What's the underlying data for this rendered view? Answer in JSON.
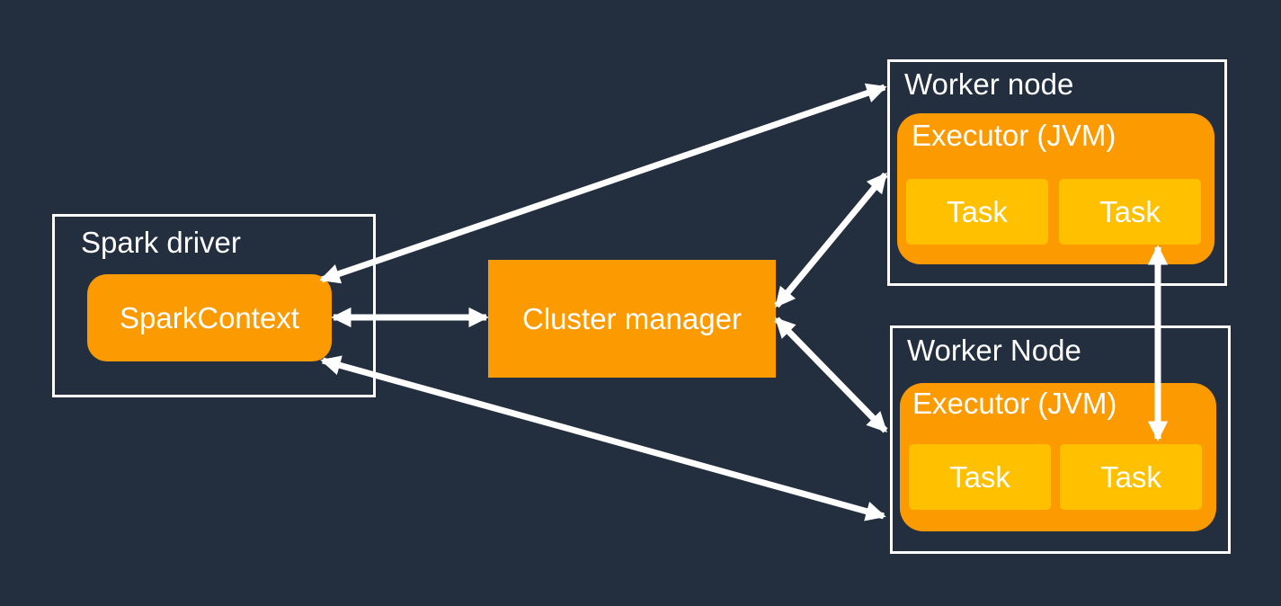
{
  "diagram": {
    "description": "Apache Spark cluster architecture diagram"
  },
  "colors": {
    "background": "#232F3E",
    "box_orange": "#FC9A02",
    "task_yellow": "#FFC000",
    "outline_white": "#FFFFFF",
    "arrow_white": "#FFFFFF",
    "text_white": "#FFFFFF"
  },
  "nodes": {
    "spark_driver": {
      "title": "Spark driver",
      "spark_context_label": "SparkContext"
    },
    "cluster_manager": {
      "label": "Cluster manager"
    },
    "worker_node_top": {
      "title": "Worker node",
      "executor_label": "Executor (JVM)",
      "tasks": [
        "Task",
        "Task"
      ]
    },
    "worker_node_bottom": {
      "title": "Worker Node",
      "executor_label": "Executor (JVM)",
      "tasks": [
        "Task",
        "Task"
      ]
    }
  },
  "connections": [
    {
      "from": "spark-context",
      "to": "worker-node-top",
      "style": "bidirectional"
    },
    {
      "from": "spark-context",
      "to": "cluster-manager",
      "style": "bidirectional"
    },
    {
      "from": "spark-context",
      "to": "worker-node-bottom",
      "style": "bidirectional"
    },
    {
      "from": "cluster-manager",
      "to": "worker-node-top-executor",
      "style": "bidirectional"
    },
    {
      "from": "cluster-manager",
      "to": "worker-node-bottom-executor",
      "style": "bidirectional"
    },
    {
      "from": "worker-node-top-task-2",
      "to": "worker-node-bottom-executor",
      "style": "bidirectional"
    }
  ]
}
